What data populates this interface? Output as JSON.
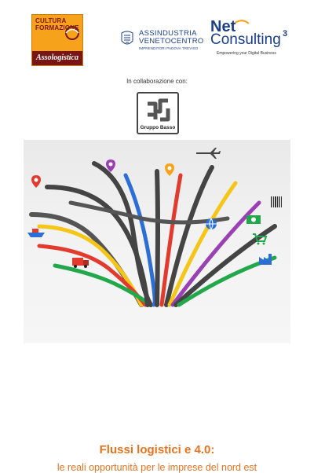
{
  "logos": {
    "cultura_formazione": {
      "line1": "CULTURA",
      "line2": "FORMAZIONE",
      "brand": "Assologistica"
    },
    "assindustria": {
      "line1": "ASSINDUSTRIA",
      "line2": "VENETOCENTRO",
      "line3": "IMPRENDITORI PADOVA TREVISO"
    },
    "net_consulting": {
      "line1": "Net",
      "line2": "Consulting",
      "sup": "3",
      "tagline": "Empowering your Digital Business"
    },
    "gruppo_basso": {
      "label": "Gruppo Basso"
    }
  },
  "collaboration_text": "In collaborazione con:",
  "event": {
    "title": "Flussi logistici e 4.0:",
    "subtitle": "le reali opportunità per le imprese del nord est"
  },
  "colors": {
    "accent": "#e8731f",
    "cf_orange": "#f7a21b",
    "cf_maroon": "#7a1515",
    "brand_blue": "#1c3f8f"
  },
  "icons": [
    "airplane-icon",
    "truck-icon",
    "ship-icon",
    "factory-icon",
    "shopping-cart-icon",
    "barcode-icon",
    "globe-icon",
    "money-icon",
    "route-pin-icon"
  ]
}
